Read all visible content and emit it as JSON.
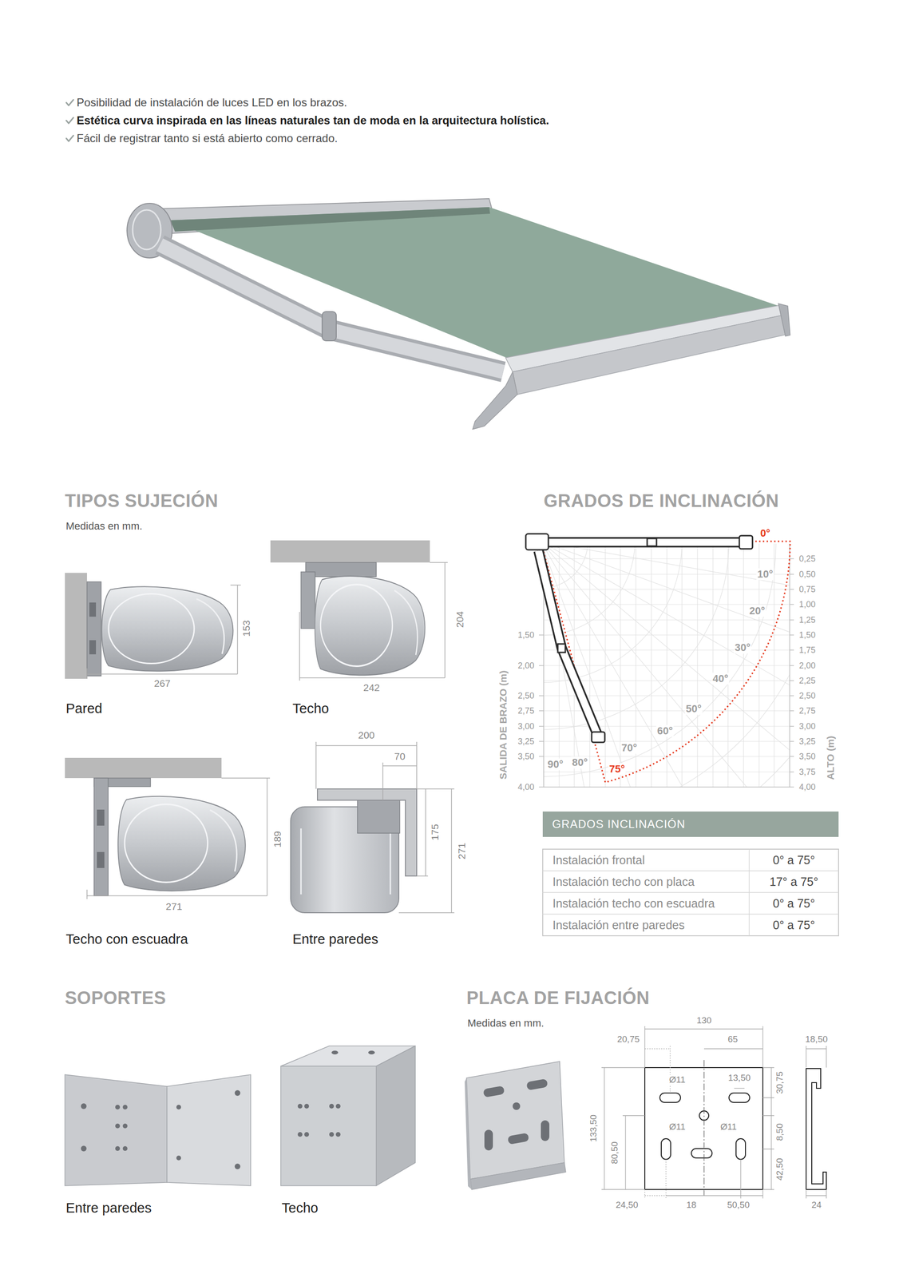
{
  "diagram": {
    "nodes": [
      {
        "text": [
          "GRADOS INCLINACIÓN"
        ]
      }
    ],
    "labels": [
      "Posibilidad de instalación de luces LED en los brazos.",
      "Estética curva inspirada en las líneas naturales tan de moda en la arquitectura holística.",
      "Fácil de registrar tanto si está abierto como cerrado.",
      "TIPOS SUJECIÓN",
      "Medidas en mm.",
      "GRADOS DE INCLINACIÓN",
      "0°",
      "10°",
      "20°",
      "30°",
      "40°",
      "50°",
      "60°",
      "70°",
      "75°",
      "80°",
      "90°",
      "0,25",
      "0,50",
      "0,75",
      "1,00",
      "1,25",
      "1,50",
      "1,75",
      "2,00",
      "2,25",
      "2,50",
      "2,75",
      "3,00",
      "3,25",
      "3,50",
      "3,75",
      "4,00",
      "1,50",
      "2,00",
      "2,50",
      "2,75",
      "3,00",
      "3,25",
      "3,50",
      "4,00",
      "SALIDA DE BRAZO (m)",
      "ALTO (m)",
      "153",
      "267",
      "Pared",
      "204",
      "242",
      "Techo",
      "200",
      "70",
      "175",
      "271",
      "189",
      "271",
      "Techo con escuadra",
      "Entre paredes",
      "Instalación frontal",
      "0° a 75°",
      "Instalación techo con placa",
      "17° a 75°",
      "Instalación techo con escuadra",
      "0° a 75°",
      "Instalación entre paredes",
      "0° a 75°",
      "SOPORTES",
      "PLACA DE FIJACIÓN",
      "Medidas en mm.",
      "130",
      "20,75",
      "65",
      "18,50",
      "Ø11",
      "13,50",
      "30,75",
      "133,50",
      "80,50",
      "Ø11",
      "Ø11",
      "8,50",
      "42,50",
      "24,50",
      "18",
      "50,50",
      "24",
      "Entre paredes",
      "Techo"
    ]
  }
}
